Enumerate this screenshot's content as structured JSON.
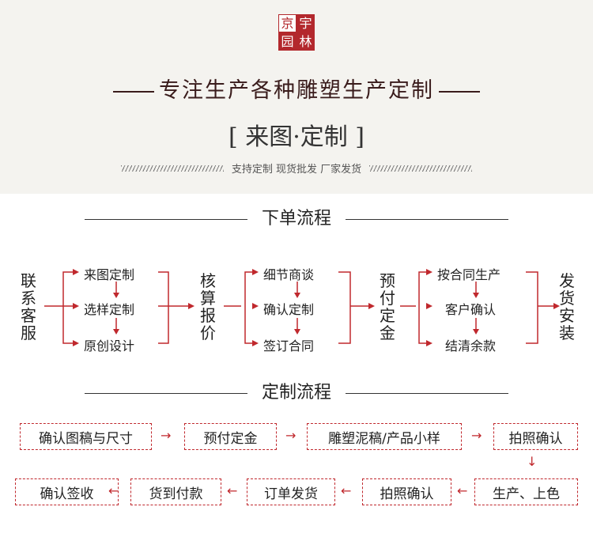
{
  "logo": {
    "c1": "京",
    "c2": "宇",
    "c3": "园",
    "c4": "林"
  },
  "headline": "专注生产各种雕塑生产定制",
  "subtitle": "[ 来图·定制 ]",
  "tagline": "支持定制 现货批发 厂家发货",
  "order_flow": {
    "title": "下单流程",
    "start": "联系客服",
    "group1": [
      "来图定制",
      "选样定制",
      "原创设计"
    ],
    "mid1": "核算报价",
    "group2": [
      "细节商谈",
      "确认定制",
      "签订合同"
    ],
    "mid2": "预付定金",
    "group3": [
      "按合同生产",
      "客户确认",
      "结清余款"
    ],
    "end": "发货安装"
  },
  "custom_flow": {
    "title": "定制流程",
    "row1": [
      "确认图稿与尺寸",
      "预付定金",
      "雕塑泥稿/产品小样",
      "拍照确认"
    ],
    "row2": [
      "确认签收",
      "货到付款",
      "订单发货",
      "拍照确认",
      "生产、上色"
    ]
  },
  "colors": {
    "accent": "#c0282d",
    "logo_red": "#b3282d"
  }
}
